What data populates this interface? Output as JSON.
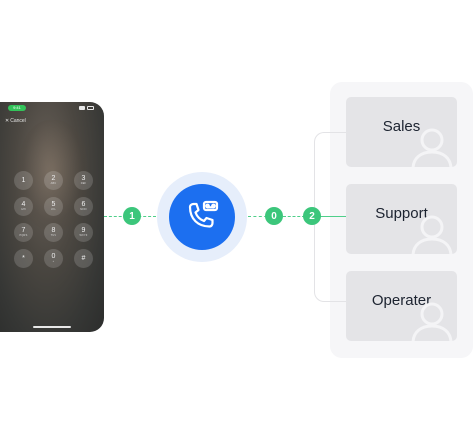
{
  "phone": {
    "status_pill": "9:41",
    "cancel_label": "Cancel",
    "keys": [
      {
        "digit": "1",
        "letters": ""
      },
      {
        "digit": "2",
        "letters": "ABC"
      },
      {
        "digit": "3",
        "letters": "DEF"
      },
      {
        "digit": "4",
        "letters": "GHI"
      },
      {
        "digit": "5",
        "letters": "JKL"
      },
      {
        "digit": "6",
        "letters": "MNO"
      },
      {
        "digit": "7",
        "letters": "PQRS"
      },
      {
        "digit": "8",
        "letters": "TUV"
      },
      {
        "digit": "9",
        "letters": "WXYZ"
      },
      {
        "digit": "*",
        "letters": ""
      },
      {
        "digit": "0",
        "letters": "+"
      },
      {
        "digit": "#",
        "letters": ""
      }
    ]
  },
  "flow": {
    "badge_left": "1",
    "badge_mid": "0",
    "badge_right": "2"
  },
  "icons": {
    "center": "voicemail-phone-icon",
    "destination": "user-silhouette-icon"
  },
  "destinations": [
    {
      "label": "Sales"
    },
    {
      "label": "Support"
    },
    {
      "label": "Operater"
    }
  ],
  "colors": {
    "accent_blue": "#1c6ff0",
    "halo": "#e6eefb",
    "connector_green": "#3cc67b"
  }
}
